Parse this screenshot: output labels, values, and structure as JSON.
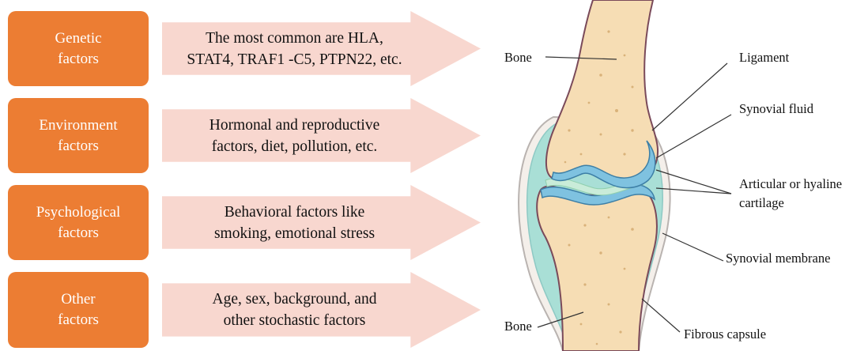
{
  "rows": [
    {
      "factor": [
        "Genetic",
        "factors"
      ],
      "desc": [
        "The most common are HLA,",
        "STAT4, TRAF1 -C5, PTPN22, etc."
      ]
    },
    {
      "factor": [
        "Environment",
        "factors"
      ],
      "desc": [
        "Hormonal and reproductive",
        "factors, diet, pollution, etc."
      ]
    },
    {
      "factor": [
        "Psychological",
        "factors"
      ],
      "desc": [
        "Behavioral factors like",
        "smoking, emotional stress"
      ]
    },
    {
      "factor": [
        "Other",
        "factors"
      ],
      "desc": [
        "Age, sex, background, and",
        "other stochastic factors"
      ]
    }
  ],
  "joint": {
    "bone_top": "Bone",
    "bone_bottom": "Bone",
    "ligament": "Ligament",
    "synovial_fluid": "Synovial fluid",
    "cartilage": [
      "Articular or hyaline",
      "cartilage"
    ],
    "synovial_membrane": "Synovial membrane",
    "fibrous_capsule": "Fibrous capsule"
  },
  "colors": {
    "factor_box": "#ec7d33",
    "arrow": "#f8d7cf",
    "bone": "#f6ddb4",
    "cartilage": "#7fc2e0",
    "synovial_fluid": "#c9ecd9",
    "capsule_outline": "#b9b3b0"
  }
}
